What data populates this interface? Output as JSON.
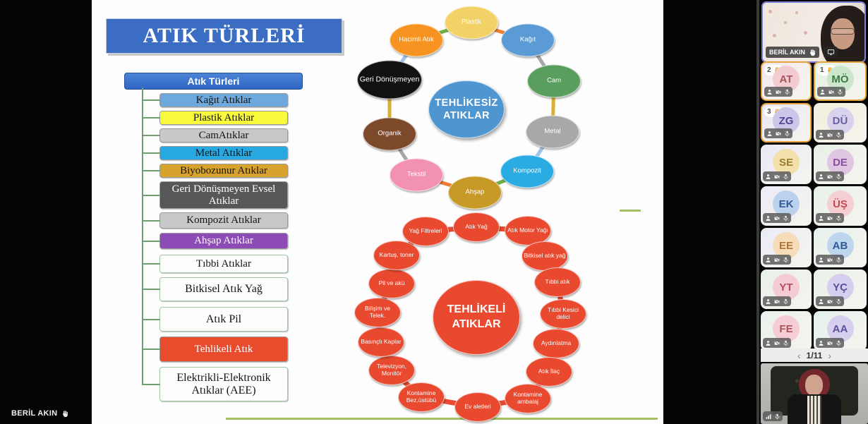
{
  "colors": {
    "title_blue": "#3b6dc2",
    "safe_center_blue": "#4f96d1",
    "hazard_red": "#e8492f",
    "raise_border_orange": "#e8a33d",
    "tree_line_green": "#6f9e6f",
    "divider_green": "#a3bf5f",
    "speaker_border": "#7d82d8"
  },
  "presenter_overlay": {
    "name": "BERİL AKIN",
    "icon": "hand-raise-icon"
  },
  "slide": {
    "title": "ATIK TÜRLERİ",
    "tree": {
      "header": "Atık Türleri",
      "items": [
        {
          "label": "Kağıt Atıklar",
          "bg": "#6fa8dc",
          "fg": "#141414"
        },
        {
          "label": "Plastik Atıklar",
          "bg": "#fafa3c",
          "fg": "#141414"
        },
        {
          "label": "CamAtıklar",
          "bg": "#c8c8c8",
          "fg": "#141414"
        },
        {
          "label": "Metal Atıklar",
          "bg": "#28a9e1",
          "fg": "#141414"
        },
        {
          "label": "Biyobozunur Atıklar",
          "bg": "#d8a32c",
          "fg": "#141414"
        },
        {
          "label": "Geri Dönüşmeyen Evsel Atıklar",
          "bg": "#575757",
          "fg": "#ffffff"
        },
        {
          "label": "Kompozit Atıklar",
          "bg": "#c8c8c8",
          "fg": "#141414"
        },
        {
          "label": "Ahşap Atıklar",
          "bg": "#8c4bb5",
          "fg": "#ffffff"
        },
        {
          "label": "Tıbbi Atıklar",
          "bg": "#fdfdfd",
          "fg": "#141414"
        },
        {
          "label": "Bitkisel Atık Yağ",
          "bg": "#fdfdfd",
          "fg": "#141414"
        },
        {
          "label": "Atık Pil",
          "bg": "#fdfdfd",
          "fg": "#141414"
        },
        {
          "label": "Tehlikeli Atık",
          "bg": "#e94c2c",
          "fg": "#ffffff"
        },
        {
          "label": "Elektrikli-Elektronik Atıklar (AEE)",
          "bg": "#fdfdfd",
          "fg": "#141414"
        }
      ]
    },
    "diagram_safe": {
      "center": "TEHLİKESİZ ATIKLAR",
      "center_color": "#4f96d1",
      "satellites": [
        {
          "label": "Plastik",
          "color": "#f2d167"
        },
        {
          "label": "Kağıt",
          "color": "#5b9bd5"
        },
        {
          "label": "Cam",
          "color": "#5a9e5d"
        },
        {
          "label": "Metal",
          "color": "#a8a8a8"
        },
        {
          "label": "Kompozit",
          "color": "#2aabe2"
        },
        {
          "label": "Ahşap",
          "color": "#c79a28"
        },
        {
          "label": "Tekstil",
          "color": "#f291b4"
        },
        {
          "label": "Organik",
          "color": "#7c4a2b"
        },
        {
          "label": "Geri Dönüşmeyen",
          "color": "#111111"
        },
        {
          "label": "Hacimli Atık",
          "color": "#f79421"
        }
      ]
    },
    "diagram_hazard": {
      "center": "TEHLİKELİ ATIKLAR",
      "color": "#e8492f",
      "satellites": [
        {
          "label": "Atık Yağ"
        },
        {
          "label": "Atık Motor Yağı"
        },
        {
          "label": "Bitkisel atık yağ"
        },
        {
          "label": "Tıbbi atık"
        },
        {
          "label": "Tıbbi Kesici delici"
        },
        {
          "label": "Aydınlatma"
        },
        {
          "label": "Atık İlaç"
        },
        {
          "label": "Kontamine ambalaj"
        },
        {
          "label": "Ev aletleri"
        },
        {
          "label": "Kontamine Bez,üstübü"
        },
        {
          "label": "Televizyon, Monitör"
        },
        {
          "label": "Basınçlı Kaplar"
        },
        {
          "label": "Bilişim ve Telek."
        },
        {
          "label": "Pil ve akü"
        },
        {
          "label": "Kartuş, toner"
        },
        {
          "label": "Yağ Filtreleri"
        }
      ]
    }
  },
  "sidebar": {
    "speaker": {
      "name": "BERİL AKIN",
      "icons": [
        "hand-raise-icon",
        "screen-share-icon"
      ]
    },
    "tile_icons": [
      "participant-status-icon",
      "camera-off-icon",
      "mic-off-icon"
    ],
    "participants": [
      {
        "initials": "AT",
        "raise_order": "2",
        "tile_bg": "#f4e9ee",
        "circle_bg": "#f3ccd2",
        "fg": "#a9555e"
      },
      {
        "initials": "MÖ",
        "raise_order": "1",
        "tile_bg": "#e4f1e5",
        "circle_bg": "#cde7cc",
        "fg": "#3e7a44"
      },
      {
        "initials": "ZG",
        "raise_order": "3",
        "tile_bg": "#e9e6f4",
        "circle_bg": "#cdc6e9",
        "fg": "#4d4691"
      },
      {
        "initials": "DÜ",
        "raise_order": null,
        "tile_bg": "#f1efdc",
        "circle_bg": "#d8d2ec",
        "fg": "#6c5fa7"
      },
      {
        "initials": "SE",
        "raise_order": null,
        "tile_bg": "#e9e9f6",
        "circle_bg": "#f2e1ab",
        "fg": "#9a7c2e"
      },
      {
        "initials": "DE",
        "raise_order": null,
        "tile_bg": "#e7f0e7",
        "circle_bg": "#dfc7e3",
        "fg": "#8a4f9e"
      },
      {
        "initials": "EK",
        "raise_order": null,
        "tile_bg": "#eceaf5",
        "circle_bg": "#bcd2ec",
        "fg": "#2f5a96"
      },
      {
        "initials": "ÜŞ",
        "raise_order": null,
        "tile_bg": "#e6f1e9",
        "circle_bg": "#f6cfd3",
        "fg": "#c04a52"
      },
      {
        "initials": "EE",
        "raise_order": null,
        "tile_bg": "#e9ecf5",
        "circle_bg": "#f7dcb9",
        "fg": "#b07430"
      },
      {
        "initials": "AB",
        "raise_order": null,
        "tile_bg": "#e7f1ec",
        "circle_bg": "#bdd6ee",
        "fg": "#2f5a96"
      },
      {
        "initials": "YT",
        "raise_order": null,
        "tile_bg": "#e9efe9",
        "circle_bg": "#f5ccd3",
        "fg": "#b0515c"
      },
      {
        "initials": "YÇ",
        "raise_order": null,
        "tile_bg": "#e7f1e9",
        "circle_bg": "#d5ceee",
        "fg": "#584f9e"
      },
      {
        "initials": "FE",
        "raise_order": null,
        "tile_bg": "#eaf1ec",
        "circle_bg": "#f6cdd5",
        "fg": "#b0515c"
      },
      {
        "initials": "AA",
        "raise_order": null,
        "tile_bg": "#e3f1ed",
        "circle_bg": "#d7cfee",
        "fg": "#5a519e"
      }
    ],
    "pagination": {
      "prev": "‹",
      "label": "1/11",
      "next": "›"
    },
    "selfview_icons": [
      "signal-icon",
      "mic-off-icon"
    ]
  }
}
